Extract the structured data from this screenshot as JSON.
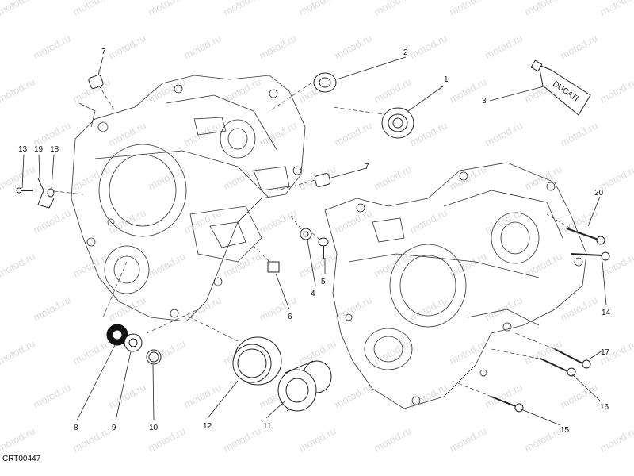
{
  "diagram": {
    "code": "CRT00447",
    "watermark": "motod.ru",
    "callouts": [
      {
        "id": "c1",
        "label": "1"
      },
      {
        "id": "c2",
        "label": "2"
      },
      {
        "id": "c3",
        "label": "3"
      },
      {
        "id": "c4",
        "label": "4"
      },
      {
        "id": "c5",
        "label": "5"
      },
      {
        "id": "c6",
        "label": "6"
      },
      {
        "id": "c7a",
        "label": "7"
      },
      {
        "id": "c7b",
        "label": "7"
      },
      {
        "id": "c8",
        "label": "8"
      },
      {
        "id": "c9",
        "label": "9"
      },
      {
        "id": "c10",
        "label": "10"
      },
      {
        "id": "c11",
        "label": "11"
      },
      {
        "id": "c12",
        "label": "12"
      },
      {
        "id": "c13",
        "label": "13"
      },
      {
        "id": "c14",
        "label": "14"
      },
      {
        "id": "c15",
        "label": "15"
      },
      {
        "id": "c16",
        "label": "16"
      },
      {
        "id": "c17",
        "label": "17"
      },
      {
        "id": "c18",
        "label": "18"
      },
      {
        "id": "c19",
        "label": "19"
      },
      {
        "id": "c20",
        "label": "20"
      }
    ],
    "tube_brand": "DUCATI"
  }
}
